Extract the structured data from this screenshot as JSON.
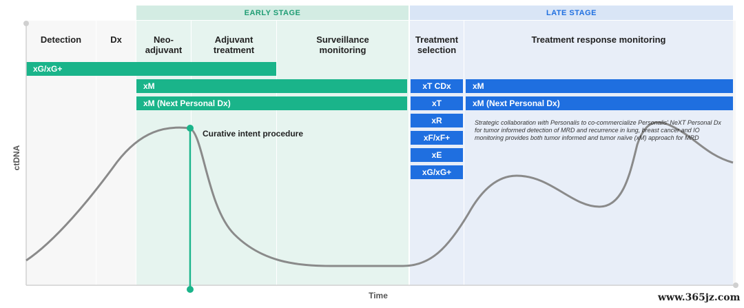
{
  "stages": {
    "early": "EARLY STAGE",
    "late": "LATE STAGE"
  },
  "phases": {
    "detection": "Detection",
    "dx": "Dx",
    "neoadjuvant_line1": "Neo-",
    "neoadjuvant_line2": "adjuvant",
    "adjuvant_line1": "Adjuvant",
    "adjuvant_line2": "treatment",
    "surveillance_line1": "Surveillance",
    "surveillance_line2": "monitoring",
    "treatment_selection_line1": "Treatment",
    "treatment_selection_line2": "selection",
    "response_monitoring": "Treatment response monitoring"
  },
  "bars": {
    "xg_long": "xG/xG+",
    "xm_early": "xM",
    "xm_next_early": "xM (Next Personal Dx)",
    "xt_cdx": "xT CDx",
    "xt": "xT",
    "xr": "xR",
    "xf": "xF/xF+",
    "xe": "xE",
    "xg_late": "xG/xG+",
    "xm_late": "xM",
    "xm_next_late": "xM (Next Personal Dx)"
  },
  "callout": "Curative intent procedure",
  "note": "Strategic collaboration with Personalis to co-commercialize Personalis' NeXT Personal Dx for tumor informed detection of MRD and recurrence in lung, breast cancer and IO monitoring provides both tumor informed and tumor naïve (xM) approach for MRD",
  "axes": {
    "y": "ctDNA",
    "x": "Time"
  },
  "watermark": "www.365jz.com",
  "colors": {
    "green": "#1ab48a",
    "blue": "#1f6fe0",
    "curve": "#8a8a8a"
  }
}
